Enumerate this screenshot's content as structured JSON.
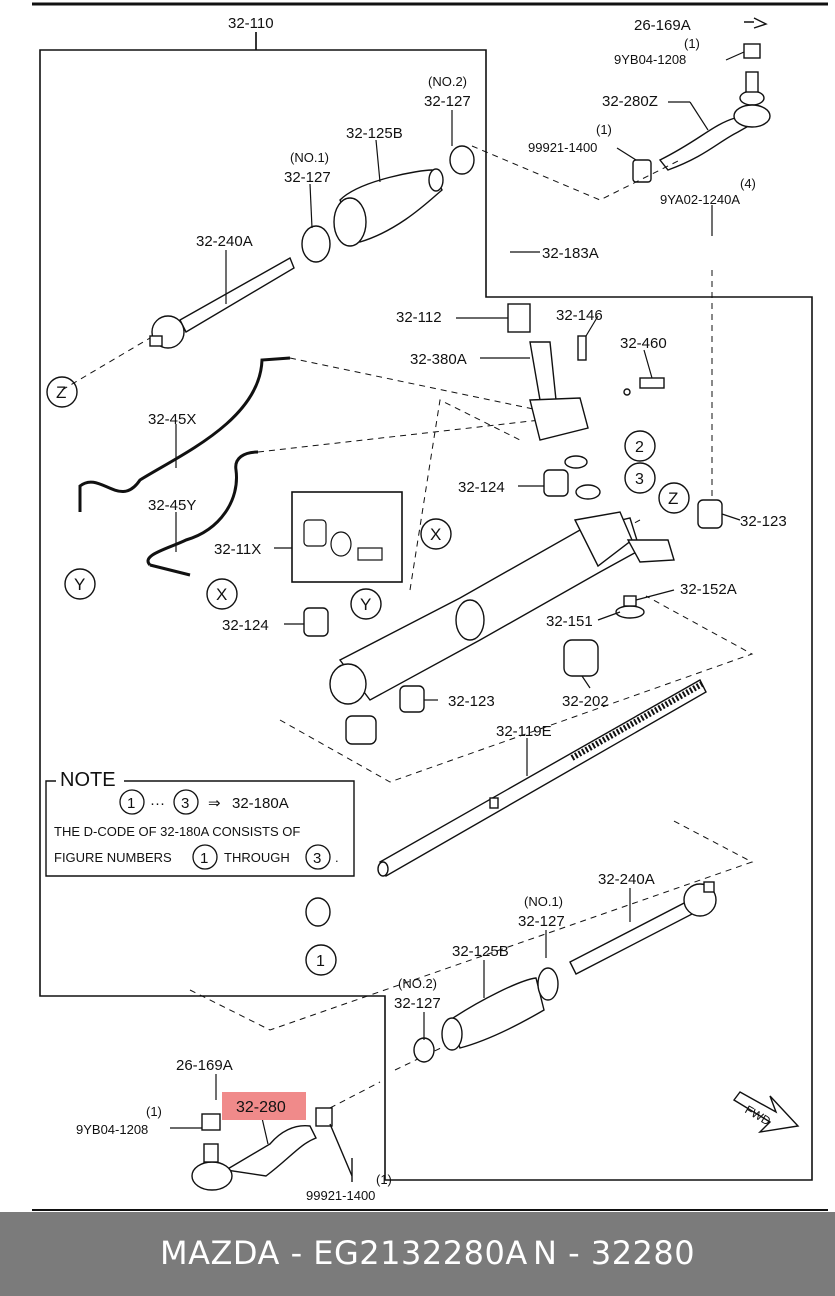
{
  "labels": {
    "assy": "32-110",
    "bolt_top": "26-169A",
    "nut_qty_top": "(1)",
    "nut_top": "9YB04-1208",
    "tie_end_top": "32-280Z",
    "lock_qty_top": "(1)",
    "lock_top": "99921-1400",
    "clip_no2_top_a": "(NO.2)",
    "clip_no2_top_b": "32-127",
    "boot_top": "32-125B",
    "clip_no1_top_a": "(NO.1)",
    "clip_no1_top_b": "32-127",
    "rod_top": "32-240A",
    "bolt4_qty": "(4)",
    "bolt4": "9YA02-1240A",
    "bracket": "32-183A",
    "pinion_cover": "32-112",
    "bolt_146": "32-146",
    "pinion": "32-380A",
    "fitting": "32-460",
    "pipe_x": "32-45X",
    "pipe_y": "32-45Y",
    "kit": "32-11X",
    "bush_124a": "32-124",
    "bush_123a": "32-123",
    "bracket_152": "32-152A",
    "seal_151": "32-151",
    "bush_124b": "32-124",
    "bush_123b": "32-123",
    "bushing_202": "32-202",
    "rack": "32-119E",
    "rod_bottom": "32-240A",
    "clip_no1_bot_a": "(NO.1)",
    "clip_no1_bot_b": "32-127",
    "boot_bottom": "32-125B",
    "clip_no2_bot_a": "(NO.2)",
    "clip_no2_bot_b": "32-127",
    "bolt_bottom": "26-169A",
    "nut_qty_bottom": "(1)",
    "nut_bottom": "9YB04-1208",
    "highlight": "32-280",
    "lock_qty_bottom": "(1)",
    "lock_bottom": "99921-1400",
    "fwd": "FWD"
  },
  "callouts": {
    "one": "1",
    "two": "2",
    "three": "3",
    "x": "X",
    "y": "Y",
    "z": "Z"
  },
  "note": {
    "title": "NOTE",
    "line1_mid": "···",
    "line1_arrow": "⇒",
    "line1_code": "32-180A",
    "line2": "THE D-CODE OF  32-180A  CONSISTS OF",
    "line3_a": "FIGURE NUMBERS",
    "line3_b": "THROUGH",
    "line3_end": "."
  },
  "footer": {
    "part_number": "MAZDA - EG2132280A",
    "ref_number": "N - 32280"
  },
  "colors": {
    "highlight": "#f08a8a",
    "footer_bg": "#7b7b7b"
  }
}
